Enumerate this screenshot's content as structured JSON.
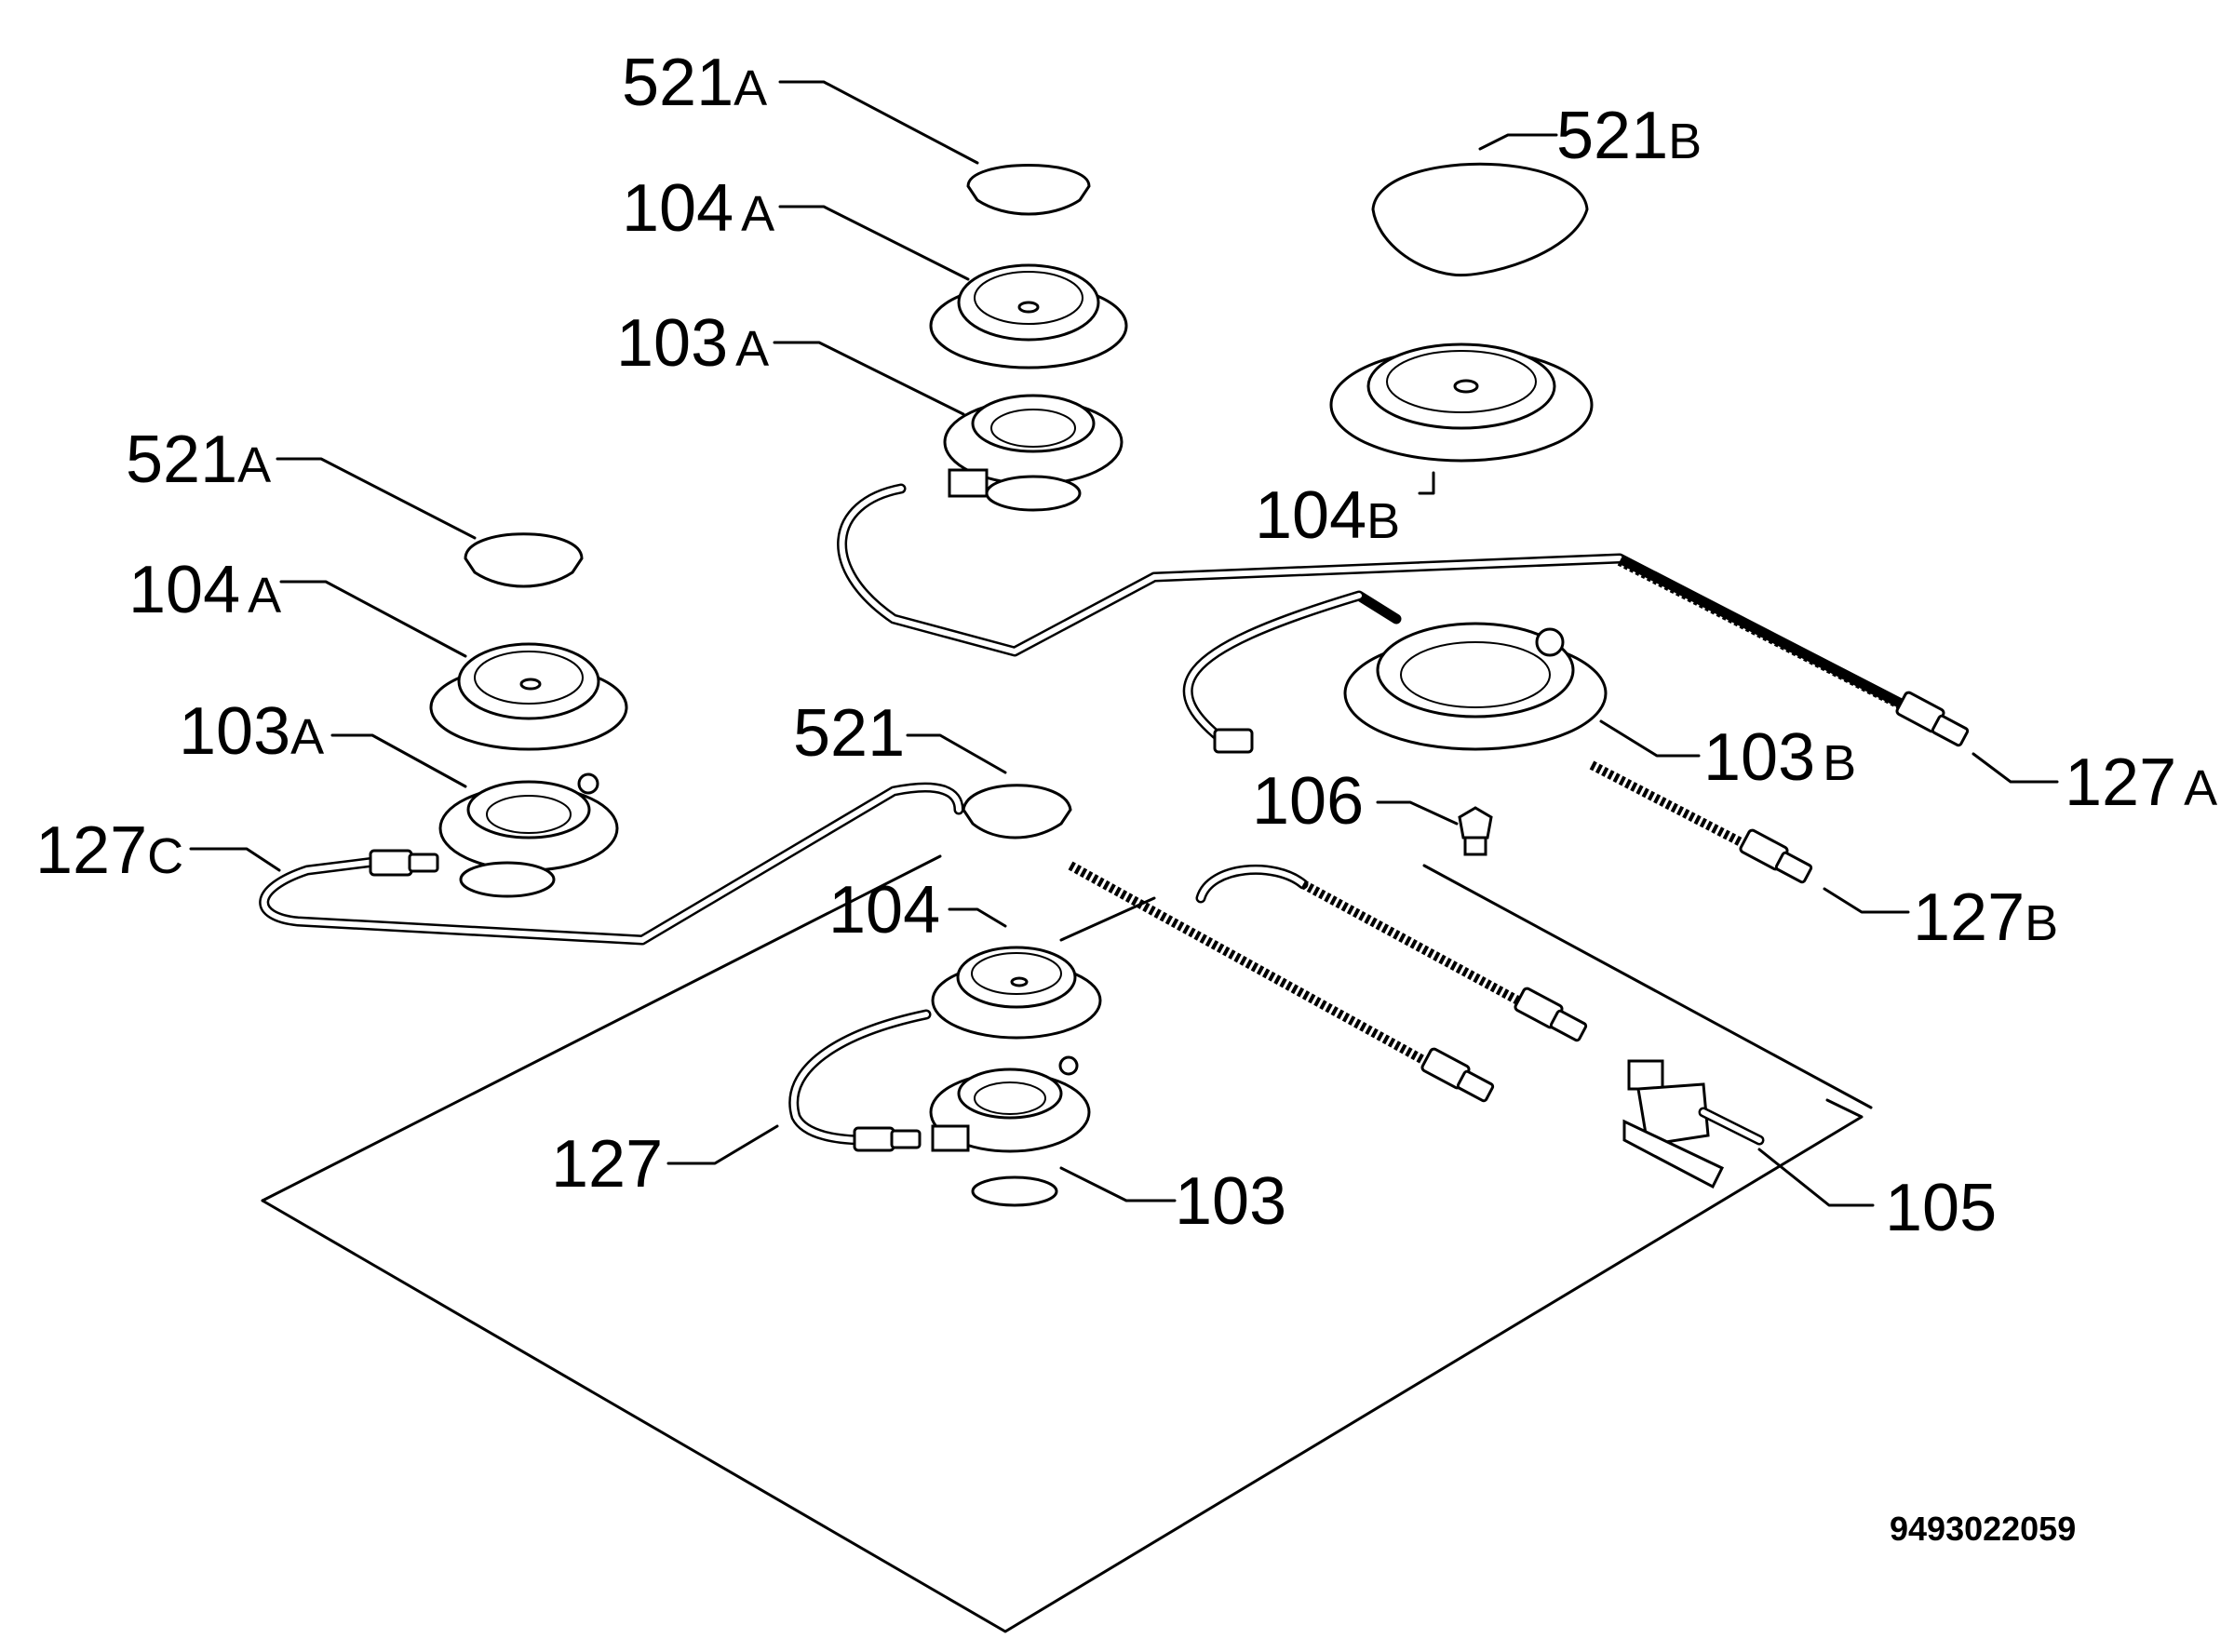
{
  "labels": {
    "l521a_top": {
      "num": "521",
      "suffix": "A"
    },
    "l104a_top": {
      "num": "104",
      "suffix": "A"
    },
    "l103a_top": {
      "num": "103",
      "suffix": "A"
    },
    "l521b": {
      "num": "521",
      "suffix": "B"
    },
    "l104b": {
      "num": "104",
      "suffix": "B"
    },
    "l521a_left": {
      "num": "521",
      "suffix": "A"
    },
    "l104a_left": {
      "num": "104",
      "suffix": "A"
    },
    "l103a_left": {
      "num": "103",
      "suffix": "A"
    },
    "l127c": {
      "num": "127",
      "suffix": "C"
    },
    "l521": {
      "num": "521",
      "suffix": ""
    },
    "l103b": {
      "num": "103",
      "suffix": "B"
    },
    "l127a": {
      "num": "127",
      "suffix": "A"
    },
    "l106": {
      "num": "106",
      "suffix": ""
    },
    "l127b": {
      "num": "127",
      "suffix": "B"
    },
    "l104": {
      "num": "104",
      "suffix": ""
    },
    "l127": {
      "num": "127",
      "suffix": ""
    },
    "l103": {
      "num": "103",
      "suffix": ""
    },
    "l105": {
      "num": "105",
      "suffix": ""
    }
  },
  "document_number": "9493022059"
}
